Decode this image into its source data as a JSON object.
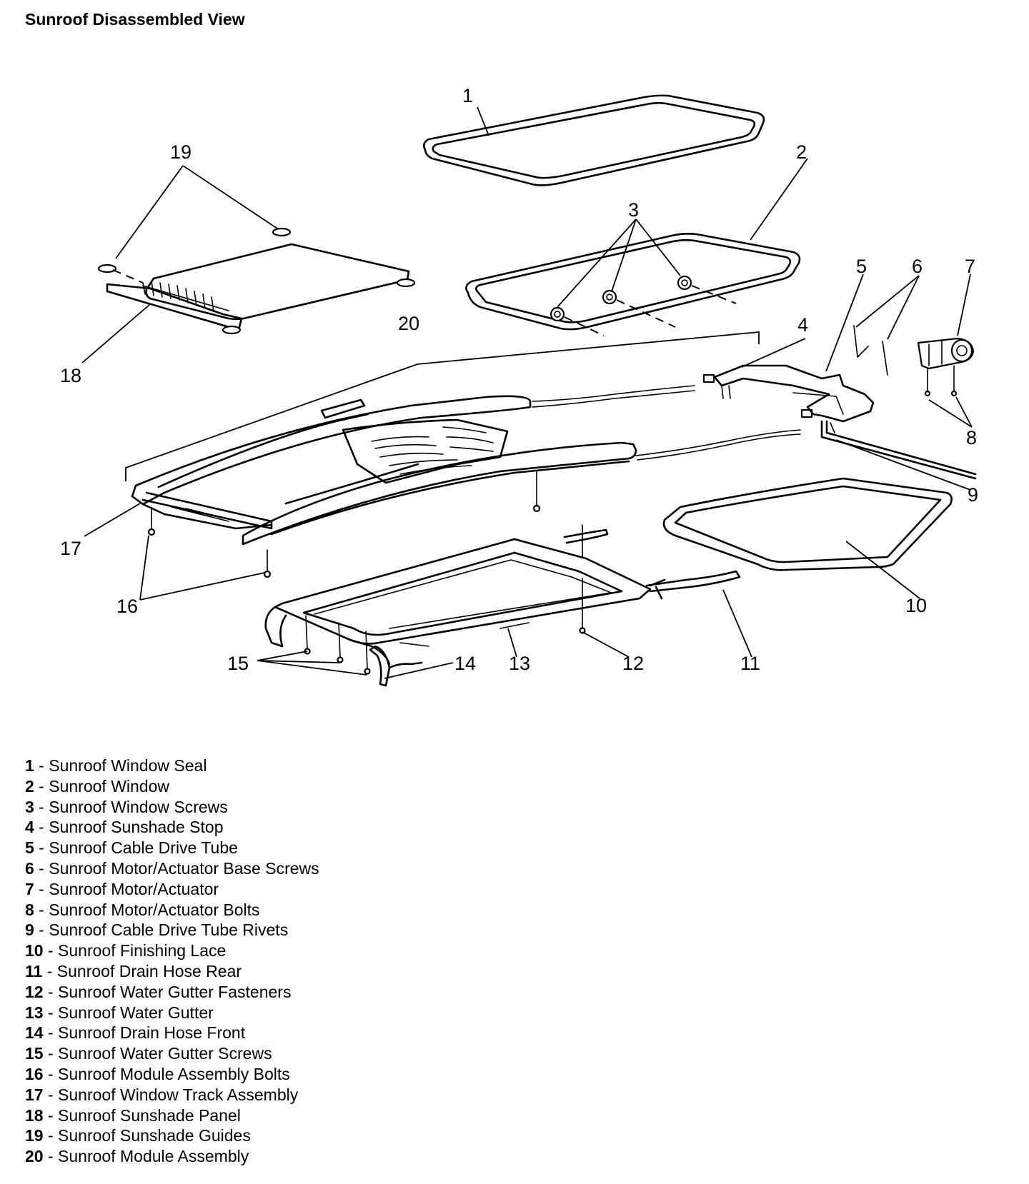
{
  "title": "Sunroof Disassembled View",
  "callouts": [
    "1",
    "2",
    "3",
    "4",
    "5",
    "6",
    "7",
    "8",
    "9",
    "10",
    "11",
    "12",
    "13",
    "14",
    "15",
    "16",
    "17",
    "18",
    "19",
    "20"
  ],
  "legend": [
    {
      "num": "1",
      "sep": " - ",
      "text": "Sunroof Window Seal"
    },
    {
      "num": "2",
      "sep": " - ",
      "text": "Sunroof Window"
    },
    {
      "num": "3",
      "sep": " - ",
      "text": "Sunroof Window Screws"
    },
    {
      "num": "4",
      "sep": " - ",
      "text": "Sunroof Sunshade Stop"
    },
    {
      "num": "5",
      "sep": " - ",
      "text": "Sunroof Cable Drive Tube"
    },
    {
      "num": "6",
      "sep": " - ",
      "text": "Sunroof Motor/Actuator Base Screws"
    },
    {
      "num": "7",
      "sep": " - ",
      "text": "Sunroof Motor/Actuator"
    },
    {
      "num": "8",
      "sep": " - ",
      "text": "Sunroof Motor/Actuator Bolts"
    },
    {
      "num": "9",
      "sep": " - ",
      "text": "Sunroof Cable Drive Tube Rivets"
    },
    {
      "num": "10",
      "sep": " - ",
      "text": "Sunroof Finishing Lace"
    },
    {
      "num": "11",
      "sep": " - ",
      "text": "Sunroof Drain Hose Rear"
    },
    {
      "num": "12",
      "sep": " - ",
      "text": "Sunroof Water Gutter Fasteners"
    },
    {
      "num": "13",
      "sep": " - ",
      "text": "Sunroof Water Gutter"
    },
    {
      "num": "14",
      "sep": " - ",
      "text": "Sunroof Drain Hose Front"
    },
    {
      "num": "15",
      "sep": " - ",
      "text": "Sunroof Water Gutter Screws"
    },
    {
      "num": "16",
      "sep": " - ",
      "text": "Sunroof Module Assembly Bolts"
    },
    {
      "num": "17",
      "sep": " - ",
      "text": "Sunroof Window Track Assembly"
    },
    {
      "num": "18",
      "sep": " - ",
      "text": "Sunroof Sunshade Panel"
    },
    {
      "num": "19",
      "sep": " - ",
      "text": "Sunroof Sunshade Guides"
    },
    {
      "num": "20",
      "sep": " - ",
      "text": "Sunroof Module Assembly"
    }
  ]
}
